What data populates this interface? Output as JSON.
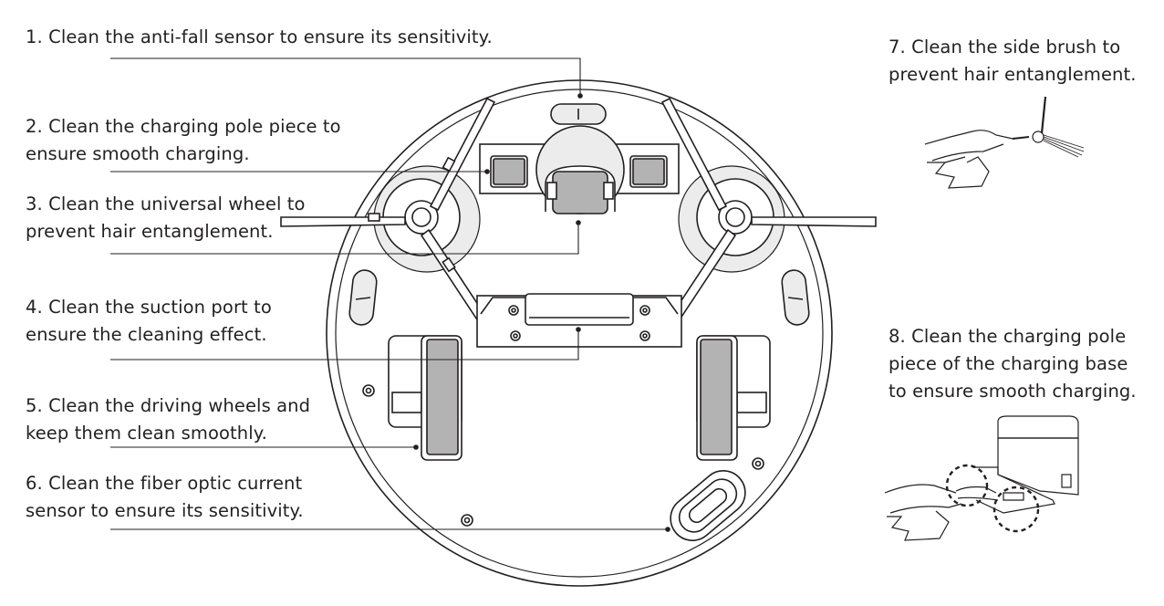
{
  "steps": [
    {
      "lines": [
        "1. Clean the anti-fall sensor to ensure its sensitivity."
      ]
    },
    {
      "lines": [
        "2. Clean the charging pole piece to",
        "ensure smooth charging."
      ]
    },
    {
      "lines": [
        "3. Clean the universal wheel to",
        "prevent hair entanglement."
      ]
    },
    {
      "lines": [
        "4. Clean the suction port to",
        "ensure the cleaning effect."
      ]
    },
    {
      "lines": [
        "5. Clean the driving wheels and",
        "keep them clean smoothly."
      ]
    },
    {
      "lines": [
        "6. Clean the fiber optic current",
        "sensor to ensure its sensitivity."
      ]
    },
    {
      "lines": [
        "7. Clean the side brush to",
        "prevent hair entanglement."
      ]
    },
    {
      "lines": [
        "8. Clean the charging pole",
        "piece of the charging base",
        "to ensure smooth charging."
      ]
    }
  ],
  "colors": {
    "line": "#231f20",
    "fill_light": "#ececec",
    "fill_mid": "#b3b3b3",
    "background": "#ffffff"
  }
}
